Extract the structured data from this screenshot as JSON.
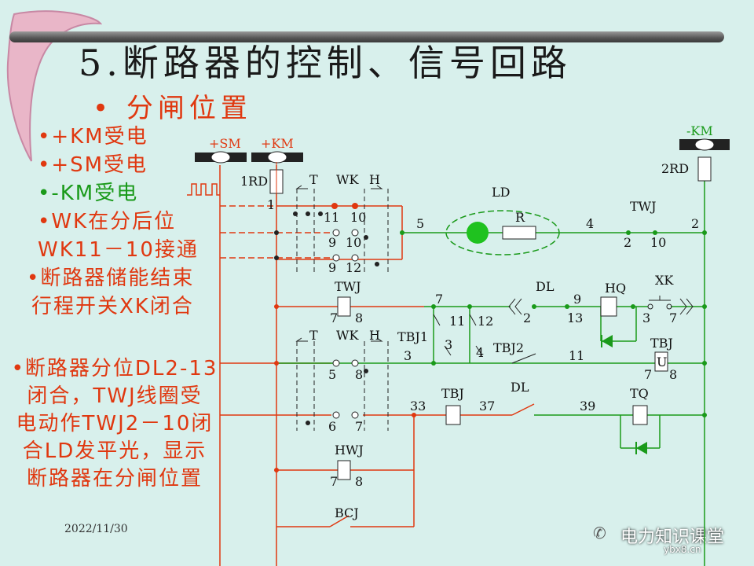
{
  "slide": {
    "title": "5.断路器的控制、信号回路",
    "subtitle": "• 分闸位置",
    "side_items": [
      {
        "text": "•+KM受电",
        "color": "#e03810"
      },
      {
        "text": "•+SM受电",
        "color": "#e03810"
      },
      {
        "text": "•-KM受电",
        "color": "#1a9a1a"
      },
      {
        "text": "•WK在分后位",
        "color": "#e03810"
      },
      {
        "text": "WK11－10接通",
        "color": "#e03810"
      },
      {
        "text": "•断路器储能结束",
        "color": "#e03810"
      },
      {
        "text": "行程开关XK闭合",
        "color": "#e03810"
      }
    ],
    "paragraph": [
      "•断路器分位DL2-13",
      "闭合，TWJ线圈受",
      "电动作TWJ2－10闭",
      "合LD发平光，显示",
      "断路器在分闸位置"
    ],
    "date": "2022/11/30",
    "brand": "电力知识课堂",
    "watermark": "ybx8.cn"
  },
  "diagram": {
    "labels": {
      "sm": "+SM",
      "km": "+KM",
      "neg_km": "-KM",
      "rd1": "1RD",
      "rd2": "2RD",
      "t1": "T",
      "wk1": "WK",
      "h1": "H",
      "t2": "T",
      "wk2": "WK",
      "h2": "H",
      "n1": "1",
      "n11a": "11",
      "n10a": "10",
      "n9a": "9",
      "n10b": "10",
      "n9b": "9",
      "n12": "12",
      "n5": "5",
      "ld": "LD",
      "r": "R",
      "n4": "4",
      "twj_top": "TWJ",
      "n2a": "2",
      "n10c": "10",
      "n2b": "2",
      "twj_coil": "TWJ",
      "n7a": "7",
      "n8a": "8",
      "n7b": "7",
      "n11c": "11",
      "n12b": "12",
      "dl1": "DL",
      "n2c": "2",
      "n9c": "9",
      "n13": "13",
      "hq": "HQ",
      "xk": "XK",
      "n3a": "3",
      "n7c": "7",
      "tbj1": "TBJ1",
      "n3b": "3",
      "n3c": "3",
      "n4b": "4",
      "tbj2": "TBJ2",
      "n11d": "11",
      "tbj_coil": "TBJ",
      "u": "U",
      "n7d": "7",
      "n8b": "8",
      "n5b": "5",
      "n8c": "8",
      "n6": "6",
      "n7e": "7",
      "n33": "33",
      "tbj_r": "TBJ",
      "n37": "37",
      "dl2": "DL",
      "n39": "39",
      "tq": "TQ",
      "hwj": "HWJ",
      "n7f": "7",
      "n8d": "8",
      "bcj": "BCJ"
    }
  }
}
